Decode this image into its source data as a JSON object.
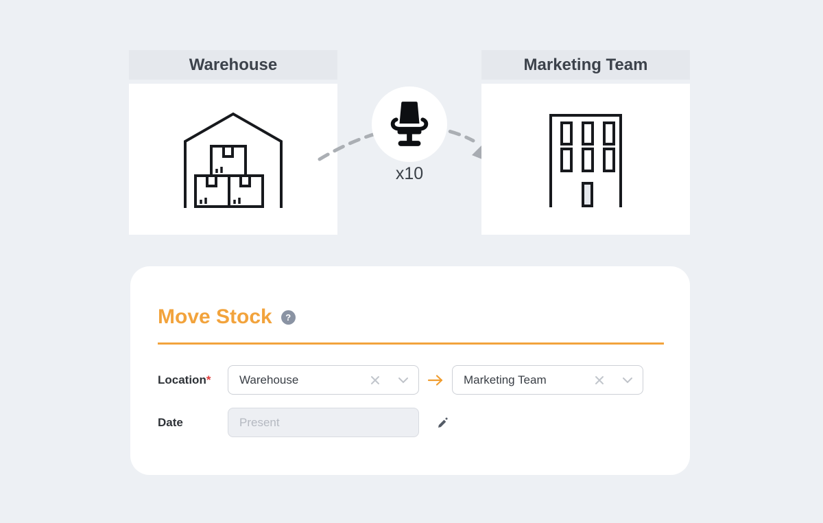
{
  "colors": {
    "page_bg": "#EDF0F4",
    "card_header_bg": "#E5E8ED",
    "accent_orange": "#F2A33C",
    "icon_black": "#17191D",
    "arrow_gray": "#ABAFB4",
    "help_badge_bg": "#8A93A3",
    "required_red": "#E03C3C"
  },
  "diagram": {
    "source_card": {
      "title": "Warehouse",
      "icon": "warehouse-with-boxes"
    },
    "target_card": {
      "title": "Marketing Team",
      "icon": "office-building"
    },
    "transfer": {
      "item_icon": "office-chair",
      "quantity_label": "x10"
    }
  },
  "form": {
    "title": "Move Stock",
    "help_icon_glyph": "?",
    "location": {
      "label": "Location",
      "required_marker": "*",
      "from_value": "Warehouse",
      "to_value": "Marketing Team"
    },
    "date": {
      "label": "Date",
      "placeholder": "Present"
    }
  }
}
